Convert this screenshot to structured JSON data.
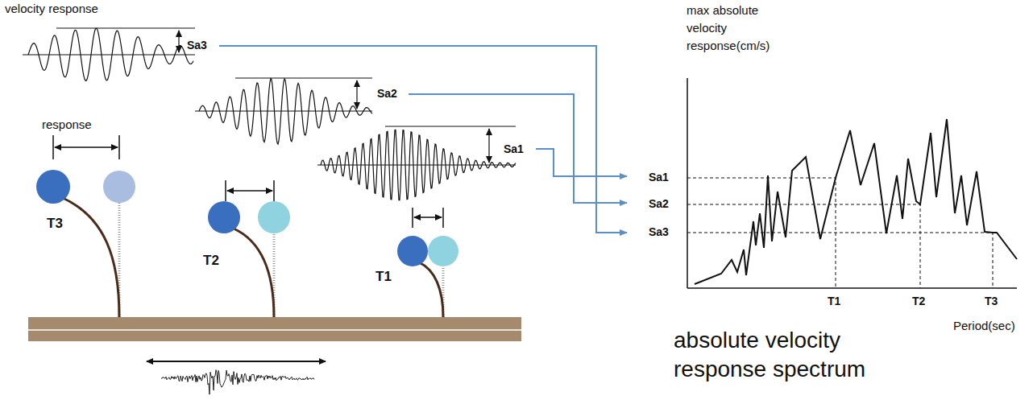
{
  "diagram": {
    "labels": [
      "velocity response",
      "Sa3",
      "Sa2",
      "Sa1",
      "response",
      "T3",
      "T2",
      "T1",
      "max absolute velocity response(cm/s)",
      "Sa1",
      "Sa2",
      "Sa3",
      "T1",
      "T2",
      "T3",
      "Period(sec)",
      "absolute velocity response spectrum"
    ]
  }
}
